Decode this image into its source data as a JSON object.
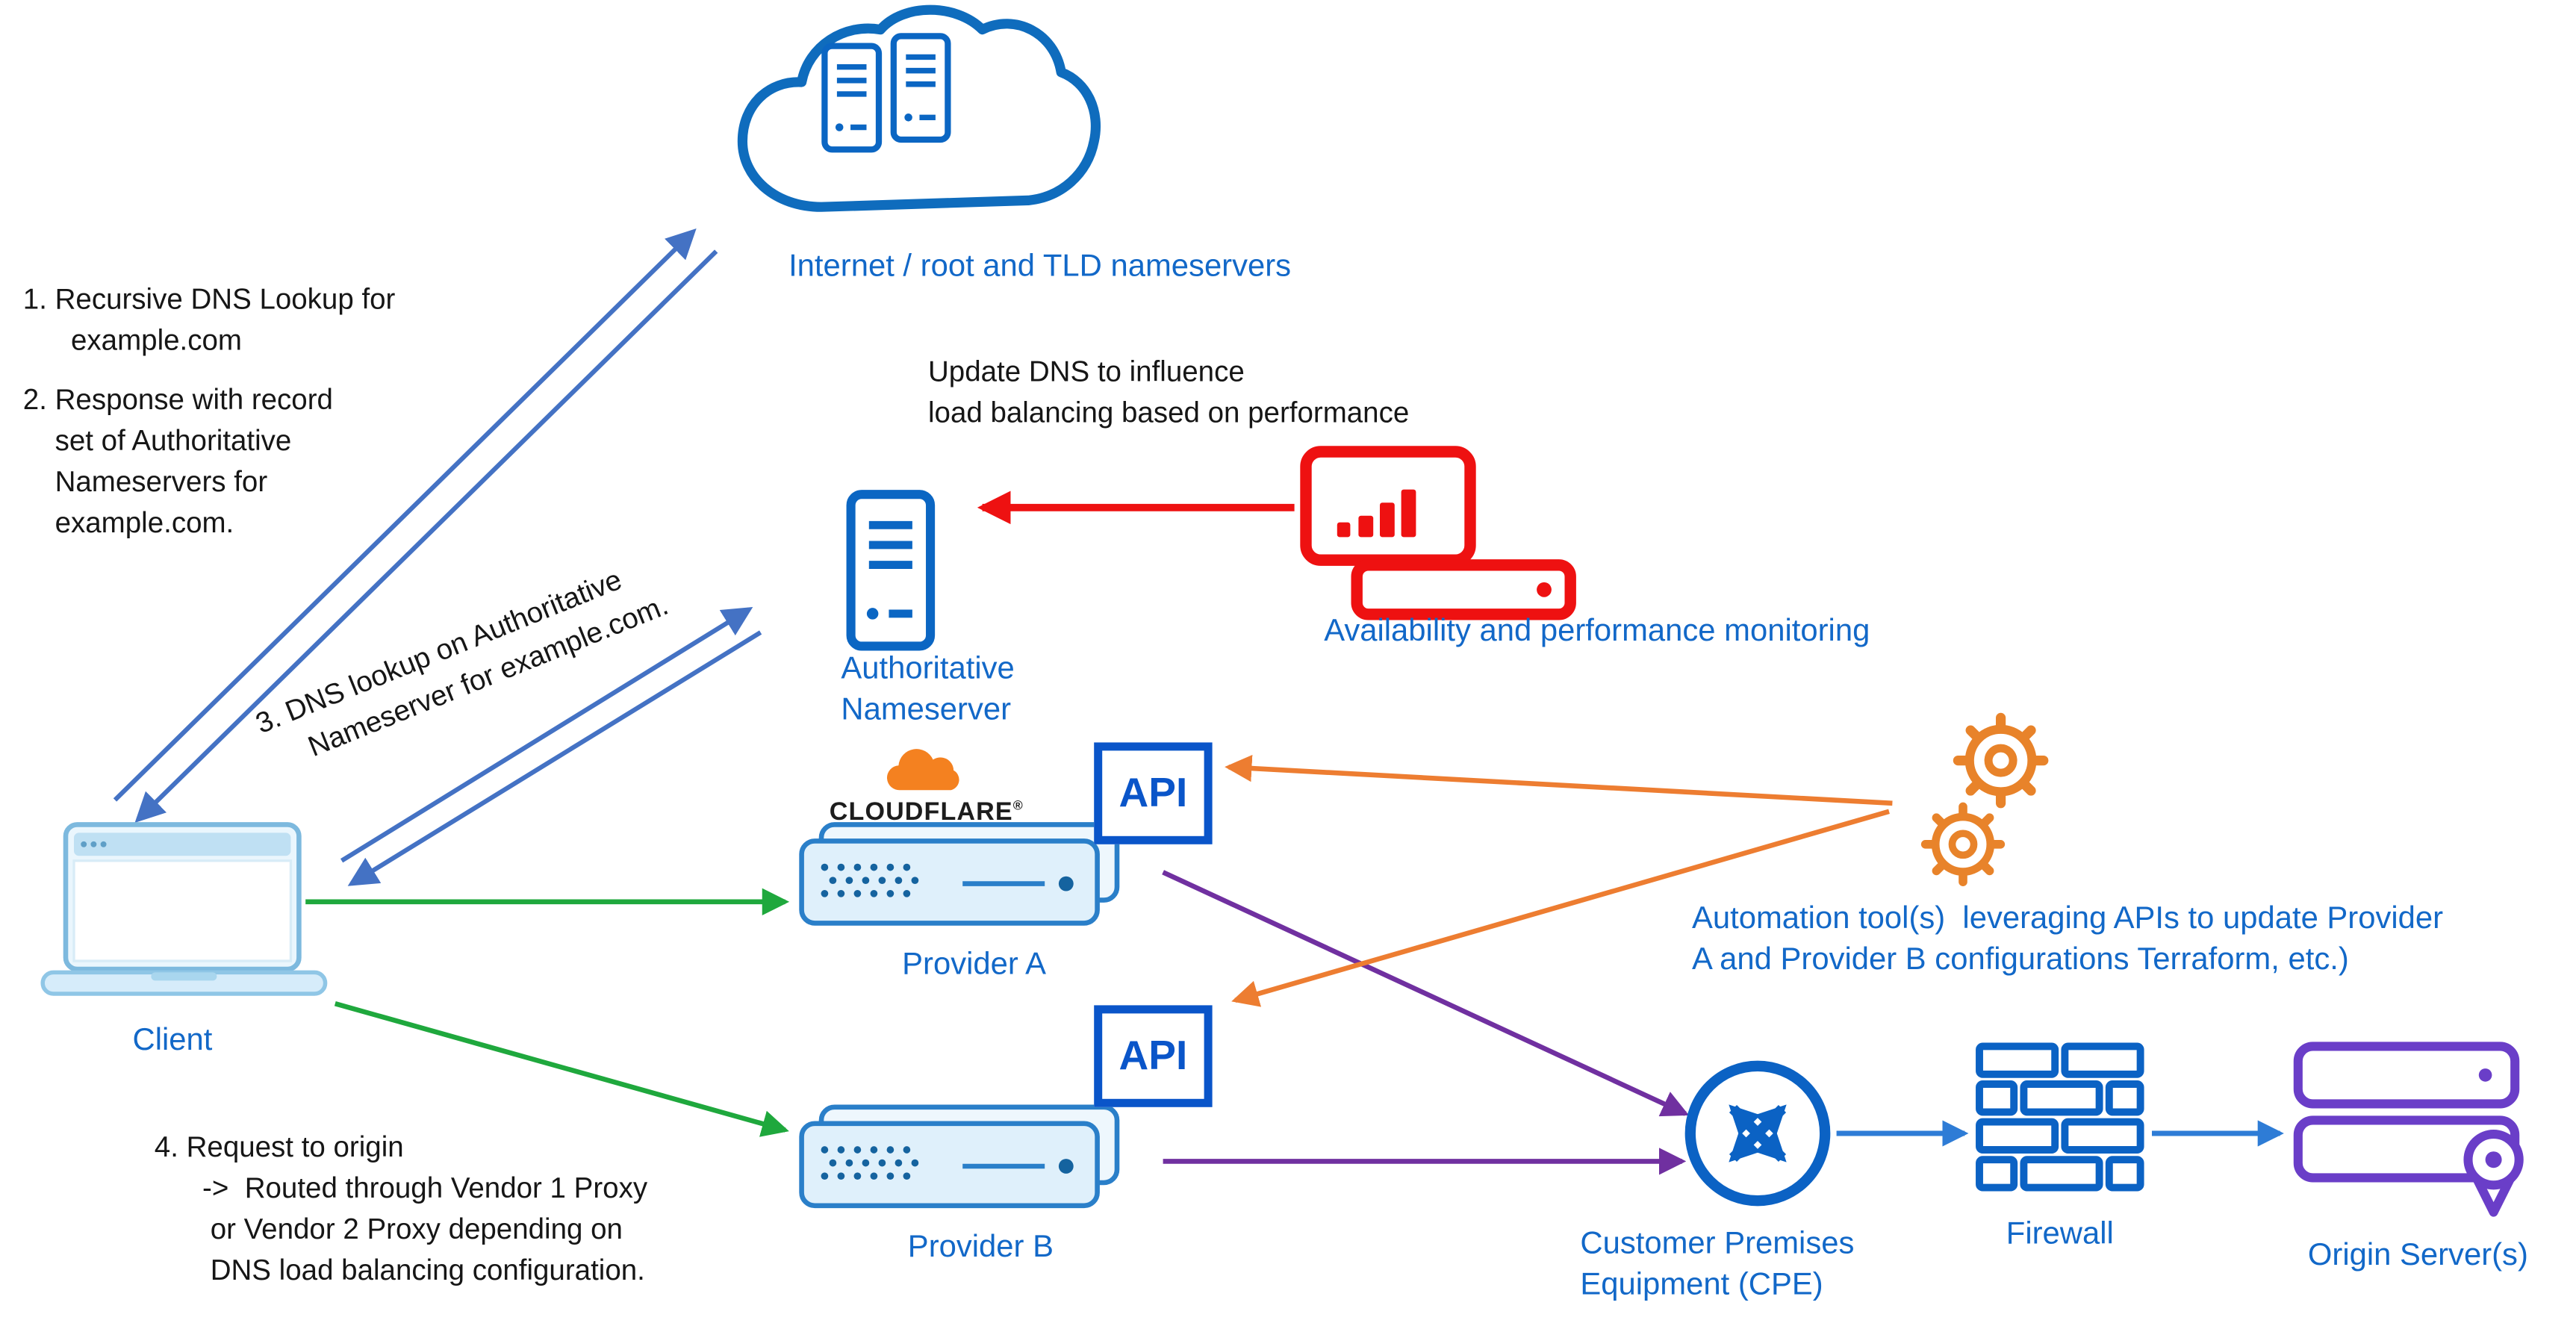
{
  "colors": {
    "label_blue": "#1268c8",
    "icon_blue": "#0b66c3",
    "arrow_blue": "#4472c4",
    "flow_blue": "#2e7cd6",
    "red": "#ee1111",
    "green": "#1fa83d",
    "purple": "#7030a0",
    "orange": "#ed7d31",
    "cloudflare_orange": "#f48120"
  },
  "annotations": {
    "step1": "1. Recursive DNS Lookup for\n      example.com",
    "step2": "2. Response with record\n    set of Authoritative\n    Nameservers for\n    example.com.",
    "step3": "3. DNS lookup on Authoritative\n     Nameserver for example.com.",
    "step4": "4. Request to origin\n      ->  Routed through Vendor 1 Proxy\n       or Vendor 2 Proxy depending on\n       DNS load balancing configuration.",
    "update_dns": "Update DNS to influence\nload balancing based on performance",
    "automation": "Automation tool(s)  leveraging APIs to update Provider\nA and Provider B configurations Terraform, etc.)"
  },
  "nodes": {
    "internet": {
      "label": "Internet / root and TLD nameservers"
    },
    "authoritative_nameserver": {
      "label": "Authoritative\nNameserver"
    },
    "monitoring": {
      "label": "Availability and performance monitoring"
    },
    "client": {
      "label": "Client"
    },
    "provider_a": {
      "label": "Provider A",
      "logo": "CLOUDFLARE",
      "logo_mark": "®",
      "api_label": "API"
    },
    "provider_b": {
      "label": "Provider B",
      "api_label": "API"
    },
    "cpe": {
      "label": "Customer Premises\nEquipment (CPE)"
    },
    "firewall": {
      "label": "Firewall"
    },
    "origin": {
      "label": "Origin Server(s)"
    }
  }
}
